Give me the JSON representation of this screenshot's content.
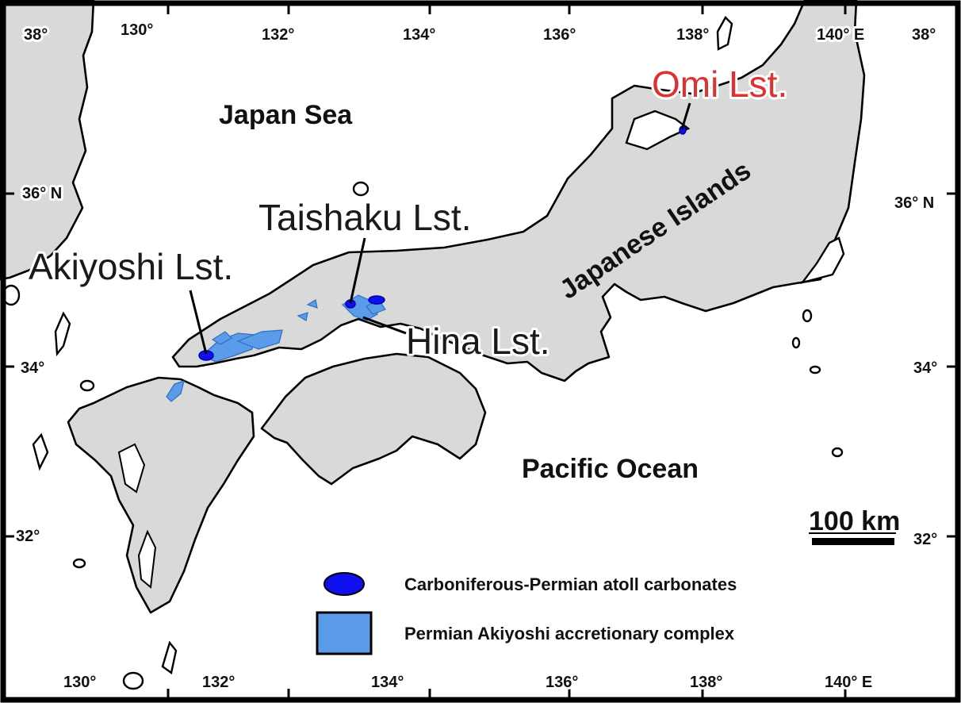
{
  "map": {
    "longitude_ticks_top": [
      "38°",
      "130°",
      "132°",
      "134°",
      "136°",
      "138°",
      "140° E",
      "38°"
    ],
    "longitude_ticks_bottom": [
      "130°",
      "132°",
      "134°",
      "136°",
      "138°",
      "140° E"
    ],
    "latitude_ticks_left": [
      "36° N",
      "34°",
      "32°"
    ],
    "latitude_ticks_right": [
      "36° N",
      "34°",
      "32°"
    ],
    "sea_labels": {
      "japan_sea": "Japan Sea",
      "pacific_ocean": "Pacific Ocean"
    },
    "region_label": "Japanese Islands",
    "sites": {
      "omi": "Omi Lst.",
      "taishaku": "Taishaku Lst.",
      "akiyoshi": "Akiyoshi Lst.",
      "hina": "Hina Lst."
    },
    "scale_bar": "100 km",
    "legend": {
      "atoll": "Carboniferous-Permian atoll carbonates",
      "accretionary": "Permian Akiyoshi accretionary complex"
    },
    "colors": {
      "land": "#d9d9d9",
      "atoll_carbonates": "#1010ee",
      "accretionary_complex": "#5a9bea",
      "omi_label": "#e03030",
      "frame": "#000000"
    }
  }
}
